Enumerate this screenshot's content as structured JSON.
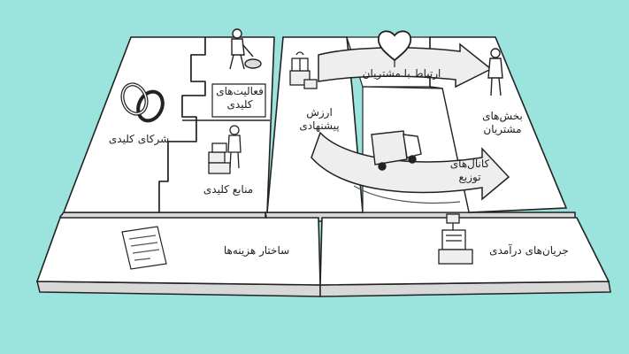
{
  "canvas": {
    "background": "#9be3dd",
    "paper": "#ffffff",
    "stroke": "#222222",
    "shadow": "#cfcfcf"
  },
  "blocks": {
    "key_partners": {
      "label": "شرکای کلیدی",
      "icon": "rings-icon"
    },
    "key_activities": {
      "line1": "فعالیت‌های",
      "line2": "کلیدی",
      "icon": "worker-icon"
    },
    "key_resources": {
      "label": "منابع کلیدی",
      "icon": "person-boxes-icon"
    },
    "value_proposition": {
      "line1": "ارزش",
      "line2": "پیشنهادی",
      "icon": "gift-boxes-icon"
    },
    "customer_relationships": {
      "label": "ارتباط با مشتریان",
      "icon": "heart-icon"
    },
    "channels": {
      "line1": "کانال‌های",
      "line2": "توزیع",
      "icon": "truck-icon"
    },
    "customer_segments": {
      "line1": "بخش‌های",
      "line2": "مشتریان",
      "icon": "customer-icon"
    },
    "cost_structure": {
      "label": "ساختار هزینه‌ها",
      "icon": "invoice-icon"
    },
    "revenue_streams": {
      "label": "جریان‌های درآمدی",
      "icon": "cash-register-icon"
    }
  }
}
